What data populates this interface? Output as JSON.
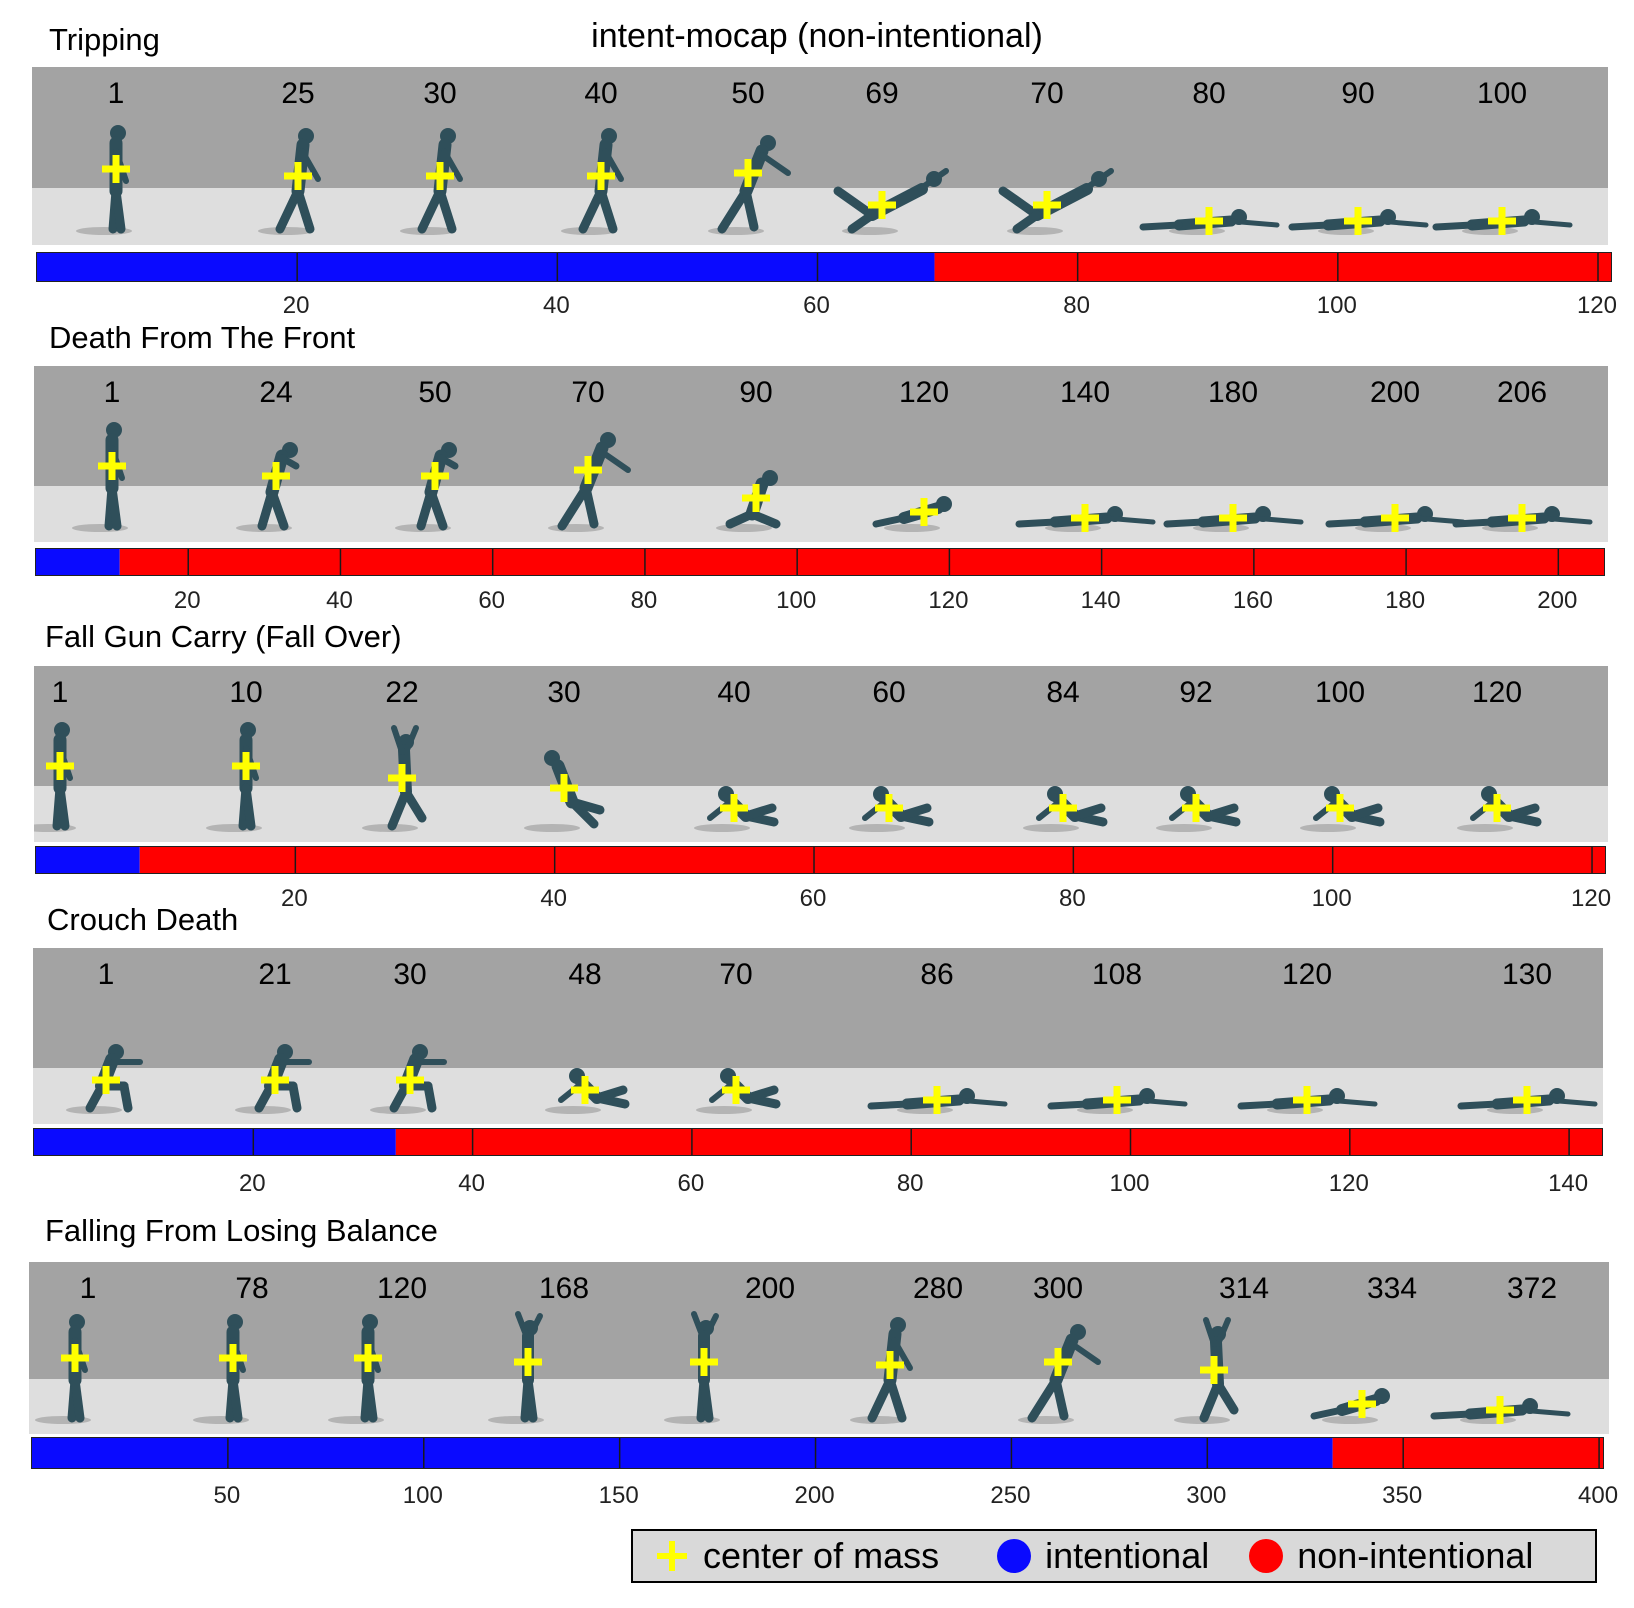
{
  "title": "intent-mocap (non-intentional)",
  "colors": {
    "intentional": "#0a0aff",
    "non_intentional": "#ff0000",
    "center_of_mass": "#ffff00",
    "figure": "#2f4f5a"
  },
  "legend": {
    "com_label": "center of mass",
    "intentional_label": "intentional",
    "non_intentional_label": "non-intentional"
  },
  "rows": [
    {
      "title": "Tripping",
      "frames": [
        "1",
        "25",
        "30",
        "40",
        "50",
        "69",
        "70",
        "80",
        "90",
        "100"
      ],
      "poses": [
        "stand",
        "walk",
        "walk",
        "walk",
        "lean",
        "fall",
        "fall",
        "lie",
        "lie",
        "lie"
      ],
      "total_frames": 121,
      "intentional_until": 69,
      "ticks": [
        "20",
        "40",
        "60",
        "80",
        "100",
        "120"
      ]
    },
    {
      "title": "Death From The Front",
      "frames": [
        "1",
        "24",
        "50",
        "70",
        "90",
        "120",
        "140",
        "180",
        "200",
        "206"
      ],
      "poses": [
        "stand",
        "hunch",
        "hunch",
        "lean",
        "kneel",
        "crawl",
        "lie",
        "lie",
        "lie",
        "lie"
      ],
      "total_frames": 206,
      "intentional_until": 11,
      "ticks": [
        "20",
        "40",
        "60",
        "80",
        "100",
        "120",
        "140",
        "160",
        "180",
        "200"
      ]
    },
    {
      "title": "Fall Gun Carry (Fall Over)",
      "frames": [
        "1",
        "10",
        "22",
        "30",
        "40",
        "60",
        "84",
        "92",
        "100",
        "120"
      ],
      "poses": [
        "stand",
        "stand",
        "stumble",
        "fallback",
        "sit",
        "sit",
        "sit",
        "sit",
        "sit",
        "sit"
      ],
      "total_frames": 121,
      "intentional_until": 8,
      "ticks": [
        "20",
        "40",
        "60",
        "80",
        "100",
        "120"
      ]
    },
    {
      "title": "Crouch Death",
      "frames": [
        "1",
        "21",
        "30",
        "48",
        "70",
        "86",
        "108",
        "120",
        "130"
      ],
      "poses": [
        "crouch",
        "crouch",
        "crouch",
        "sit",
        "sit",
        "lie",
        "lie",
        "lie",
        "lie"
      ],
      "total_frames": 143,
      "intentional_until": 33,
      "ticks": [
        "20",
        "40",
        "60",
        "80",
        "100",
        "120",
        "140"
      ]
    },
    {
      "title": "Falling From Losing Balance",
      "frames": [
        "1",
        "78",
        "120",
        "168",
        "200",
        "280",
        "300",
        "314",
        "334",
        "372"
      ],
      "poses": [
        "stand",
        "stand",
        "stand",
        "arms",
        "arms",
        "walk",
        "lean",
        "stumble",
        "crawl",
        "lie"
      ],
      "total_frames": 401,
      "intentional_until": 332,
      "ticks": [
        "50",
        "100",
        "150",
        "200",
        "250",
        "300",
        "350",
        "400"
      ]
    }
  ]
}
